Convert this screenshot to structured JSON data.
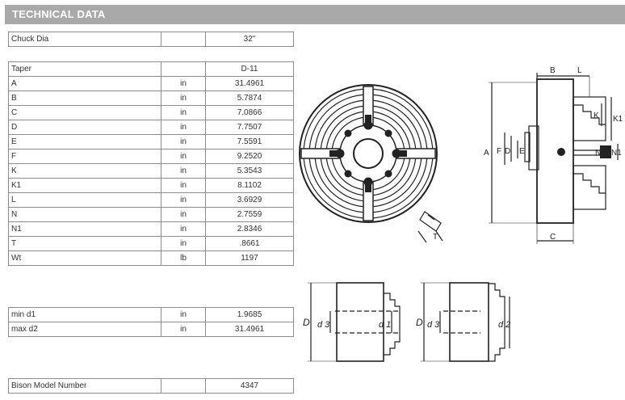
{
  "header": {
    "title": "TECHNICAL DATA"
  },
  "chuck_table": {
    "label": "Chuck Dia",
    "unit": "",
    "value": "32\""
  },
  "spec_table": {
    "rows": [
      {
        "label": "Taper",
        "unit": "",
        "value": "D-11"
      },
      {
        "label": "A",
        "unit": "in",
        "value": "31.4961"
      },
      {
        "label": "B",
        "unit": "in",
        "value": "5.7874"
      },
      {
        "label": "C",
        "unit": "in",
        "value": "7.0866"
      },
      {
        "label": "D",
        "unit": "in",
        "value": "7.7507"
      },
      {
        "label": "E",
        "unit": "in",
        "value": "7.5591"
      },
      {
        "label": "F",
        "unit": "in",
        "value": "9.2520"
      },
      {
        "label": "K",
        "unit": "in",
        "value": "5.3543"
      },
      {
        "label": "K1",
        "unit": "in",
        "value": "8.1102"
      },
      {
        "label": "L",
        "unit": "in",
        "value": "3.6929"
      },
      {
        "label": "N",
        "unit": "in",
        "value": "2.7559"
      },
      {
        "label": "N1",
        "unit": "in",
        "value": "2.8346"
      },
      {
        "label": "T",
        "unit": "in",
        "value": ".8661"
      },
      {
        "label": "Wt",
        "unit": "lb",
        "value": "1197"
      }
    ]
  },
  "capacity_table": {
    "rows": [
      {
        "label": "min d1",
        "unit": "in",
        "value": "1.9685"
      },
      {
        "label": "max d2",
        "unit": "in",
        "value": "31.4961"
      }
    ]
  },
  "model_table": {
    "label": "Bison Model Number",
    "unit": "",
    "value": "4347"
  },
  "drawing_labels": {
    "B": "B",
    "L": "L",
    "K": "K",
    "K1": "K1",
    "A": "A",
    "F": "F",
    "D": "D",
    "E": "E",
    "N": "N",
    "N1": "N1",
    "C": "C",
    "T": "T",
    "D_left": "D",
    "d3_left": "d 3",
    "d1": "d 1",
    "D_right": "D",
    "d3_right": "d 3",
    "d2": "d 2"
  }
}
